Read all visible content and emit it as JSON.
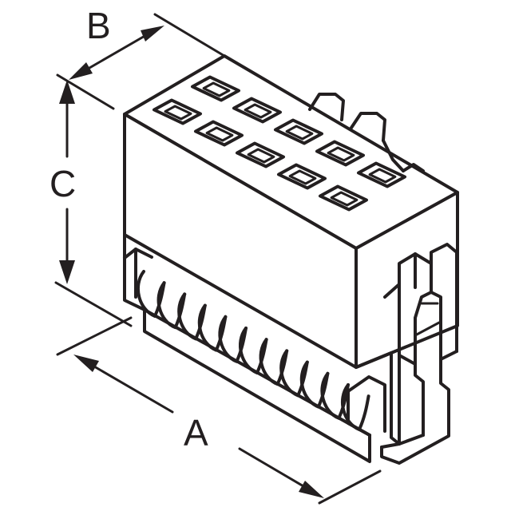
{
  "dimensions": {
    "a": "A",
    "b": "B",
    "c": "C"
  },
  "colors": {
    "line": "#231f20",
    "background": "#ffffff"
  }
}
